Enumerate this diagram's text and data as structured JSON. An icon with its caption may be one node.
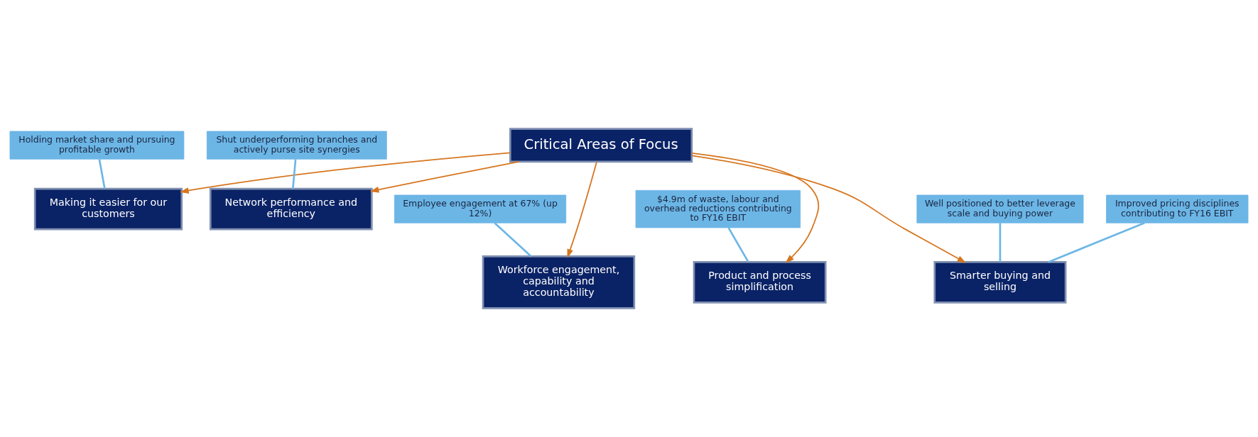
{
  "diagram": {
    "nodes": [
      {
        "text": [
          "Critical Areas of Focus"
        ]
      },
      {
        "text": [
          "Holding market share and pursuing profitable growth"
        ]
      },
      {
        "text": [
          "Making it easier for our customers"
        ]
      },
      {
        "text": [
          "Shut underperforming branches and actively purse site synergies"
        ]
      },
      {
        "text": [
          "Network performance and efficiency"
        ]
      },
      {
        "text": [
          "Workforce engagement, capability and accountability"
        ]
      },
      {
        "text": [
          "Well positioned to better leverage scale and buying power"
        ]
      },
      {
        "text": [
          "Product and process simplification"
        ]
      },
      {
        "text": [
          "Smarter buying and selling"
        ]
      },
      {
        "text": [
          "Employee engagement at 67% (up 12%)"
        ]
      },
      {
        "text": [
          "$4.9m of waste, labour and overhead reductions contributing to FY16 EBIT"
        ]
      },
      {
        "text": [
          "Improved pricing disciplines contributing to FY16 EBIT"
        ]
      }
    ],
    "edges": [
      {
        "from": 0,
        "to": 2,
        "arrow": "to",
        "color": "#d6761f"
      },
      {
        "from": 0,
        "to": 4,
        "arrow": "to",
        "color": "#d6761f"
      },
      {
        "from": 0,
        "to": 5,
        "arrow": "to",
        "color": "#d6761f"
      },
      {
        "from": 0,
        "to": 7,
        "arrow": "to",
        "color": "#d6761f"
      },
      {
        "from": 0,
        "to": 8,
        "arrow": "to",
        "color": "#d6761f"
      },
      {
        "from": 1,
        "to": 2,
        "arrow": "none"
      },
      {
        "from": 3,
        "to": 4,
        "arrow": "none"
      },
      {
        "from": 6,
        "to": 8,
        "arrow": "none"
      },
      {
        "from": 9,
        "to": 5,
        "arrow": "none"
      },
      {
        "from": 10,
        "to": 7,
        "arrow": "none"
      },
      {
        "from": 11,
        "to": 8,
        "arrow": "none"
      }
    ]
  }
}
